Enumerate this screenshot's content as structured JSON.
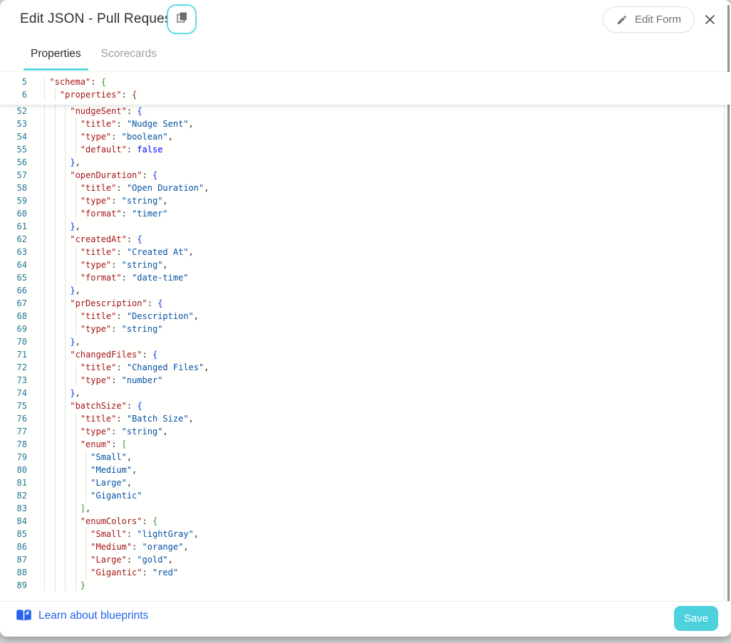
{
  "header": {
    "title": "Edit JSON - Pull Request",
    "edit_form_label": "Edit Form"
  },
  "icons": {
    "copy": "copy-icon",
    "pencil": "pencil-icon",
    "close": "close-icon",
    "book": "book-icon"
  },
  "tabs": [
    {
      "label": "Properties",
      "active": true
    },
    {
      "label": "Scorecards",
      "active": false
    }
  ],
  "editor": {
    "colors": {
      "line_number": "#237893",
      "key": "#a31515",
      "string": "#0451a5",
      "keyword": "#0000ff",
      "punctuation": "#262626",
      "bracket_colors": [
        "#0431fa",
        "#319331",
        "#7b3814"
      ]
    },
    "sticky_start_depth": 1,
    "body_start_depth": 3,
    "sticky_lines": [
      {
        "n": 5,
        "text": "  \"schema\": {"
      },
      {
        "n": 6,
        "text": "    \"properties\": {"
      }
    ],
    "lines": [
      {
        "n": 52,
        "text": "      \"nudgeSent\": {"
      },
      {
        "n": 53,
        "text": "        \"title\": \"Nudge Sent\","
      },
      {
        "n": 54,
        "text": "        \"type\": \"boolean\","
      },
      {
        "n": 55,
        "text": "        \"default\": false"
      },
      {
        "n": 56,
        "text": "      },"
      },
      {
        "n": 57,
        "text": "      \"openDuration\": {"
      },
      {
        "n": 58,
        "text": "        \"title\": \"Open Duration\","
      },
      {
        "n": 59,
        "text": "        \"type\": \"string\","
      },
      {
        "n": 60,
        "text": "        \"format\": \"timer\""
      },
      {
        "n": 61,
        "text": "      },"
      },
      {
        "n": 62,
        "text": "      \"createdAt\": {"
      },
      {
        "n": 63,
        "text": "        \"title\": \"Created At\","
      },
      {
        "n": 64,
        "text": "        \"type\": \"string\","
      },
      {
        "n": 65,
        "text": "        \"format\": \"date-time\""
      },
      {
        "n": 66,
        "text": "      },"
      },
      {
        "n": 67,
        "text": "      \"prDescription\": {"
      },
      {
        "n": 68,
        "text": "        \"title\": \"Description\","
      },
      {
        "n": 69,
        "text": "        \"type\": \"string\""
      },
      {
        "n": 70,
        "text": "      },"
      },
      {
        "n": 71,
        "text": "      \"changedFiles\": {"
      },
      {
        "n": 72,
        "text": "        \"title\": \"Changed Files\","
      },
      {
        "n": 73,
        "text": "        \"type\": \"number\""
      },
      {
        "n": 74,
        "text": "      },"
      },
      {
        "n": 75,
        "text": "      \"batchSize\": {"
      },
      {
        "n": 76,
        "text": "        \"title\": \"Batch Size\","
      },
      {
        "n": 77,
        "text": "        \"type\": \"string\","
      },
      {
        "n": 78,
        "text": "        \"enum\": ["
      },
      {
        "n": 79,
        "text": "          \"Small\","
      },
      {
        "n": 80,
        "text": "          \"Medium\","
      },
      {
        "n": 81,
        "text": "          \"Large\","
      },
      {
        "n": 82,
        "text": "          \"Gigantic\""
      },
      {
        "n": 83,
        "text": "        ],"
      },
      {
        "n": 84,
        "text": "        \"enumColors\": {"
      },
      {
        "n": 85,
        "text": "          \"Small\": \"lightGray\","
      },
      {
        "n": 86,
        "text": "          \"Medium\": \"orange\","
      },
      {
        "n": 87,
        "text": "          \"Large\": \"gold\","
      },
      {
        "n": 88,
        "text": "          \"Gigantic\": \"red\""
      },
      {
        "n": 89,
        "text": "        }"
      }
    ]
  },
  "footer": {
    "link_label": "Learn about blueprints",
    "link_color": "#2563eb",
    "save_label": "Save",
    "save_color": "#4dd2dd"
  }
}
